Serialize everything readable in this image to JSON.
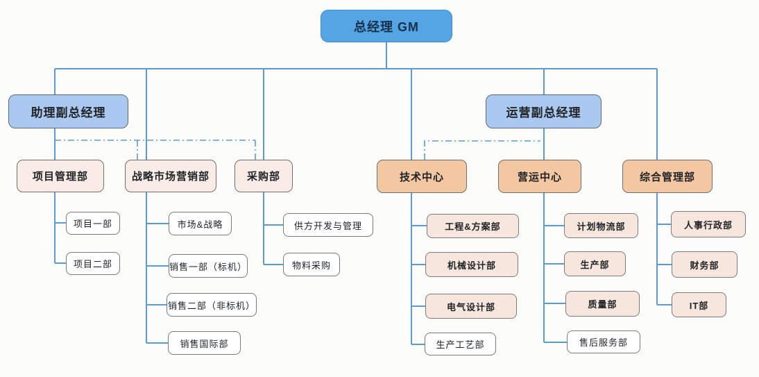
{
  "org": {
    "root": {
      "label": "总经理 GM"
    },
    "deputies": [
      {
        "label": "助理副总经理"
      },
      {
        "label": "运营副总经理"
      }
    ],
    "departments": [
      {
        "label": "项目管理部",
        "children": [
          "项目一部",
          "项目二部"
        ]
      },
      {
        "label": "战略市场营销部",
        "children": [
          "市场&战略",
          "销售一部（标机）",
          "销售二部（非标机）",
          "销售国际部"
        ]
      },
      {
        "label": "采购部",
        "children": [
          "供方开发与管理",
          "物料采购"
        ]
      },
      {
        "label": "技术中心",
        "children": [
          "工程&方案部",
          "机械设计部",
          "电气设计部",
          "生产工艺部"
        ]
      },
      {
        "label": "营运中心",
        "children": [
          "计划物流部",
          "生产部",
          "质量部",
          "售后服务部"
        ]
      },
      {
        "label": "综合管理部",
        "children": [
          "人事行政部",
          "财务部",
          "IT部"
        ]
      }
    ],
    "dotted_links": [
      {
        "from": "助理副总经理",
        "to": [
          "战略市场营销部",
          "采购部"
        ]
      },
      {
        "from": "运营副总经理",
        "to": [
          "技术中心"
        ]
      }
    ],
    "colors": {
      "root_fill": "#55a5e4",
      "deputy_fill": "#abc9f0",
      "dept_left_fill": "#f9ece6",
      "dept_right_fill": "#f4c7a3",
      "child_pink_fill": "#f7e6de",
      "child_white_fill": "#fefefe",
      "line_blue": "#5b9bd5"
    }
  }
}
